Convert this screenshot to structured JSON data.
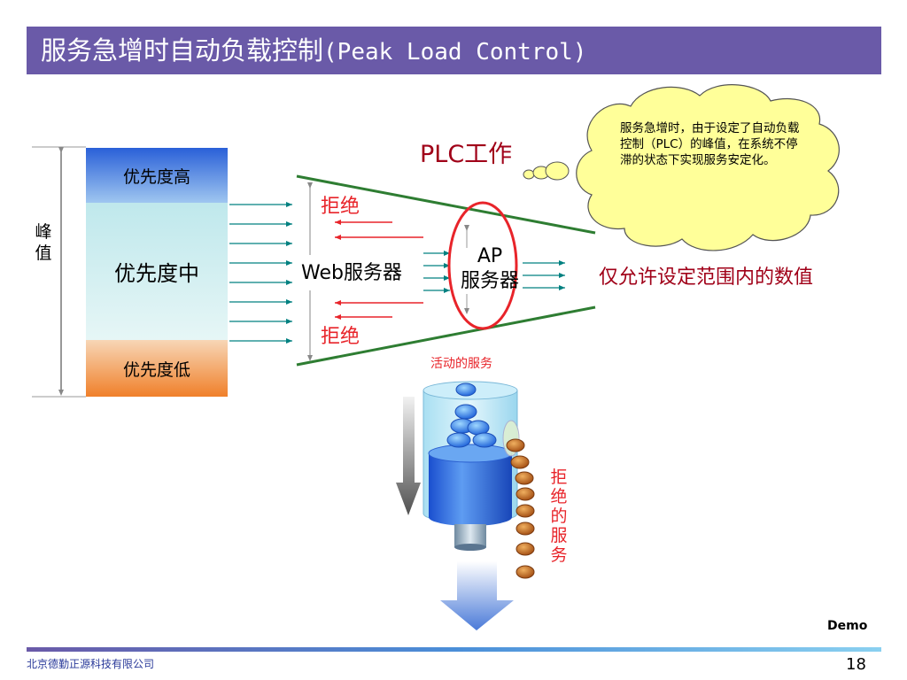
{
  "title": {
    "cjk": "服务急增时自动负载控制",
    "latin": "(Peak Load Control)"
  },
  "priority": {
    "high": "优先度高",
    "mid": "优先度中",
    "low": "优先度低"
  },
  "peak_label": "峰值",
  "plc_label": "PLC工作",
  "reject_label": "拒绝",
  "web_server": "Web服务器",
  "ap_server": {
    "line1": "AP",
    "line2": "服务器"
  },
  "allowed_label": "仅允许设定范围内的数值",
  "active_services": "活动的服务",
  "vertical_reject": "拒绝的服务",
  "cloud_text": "服务急增时，由于设定了自动负载控制（PLC）的峰值，在系统不停滞的状态下实现服务安定化。",
  "demo": "Demo",
  "company": "北京德勤正源科技有限公司",
  "page_number": "18",
  "colors": {
    "title_bar": "#6a5aa8",
    "reject": "#e8242a",
    "plc": "#a00018",
    "funnel": "#2e7d32",
    "arrow": "#008080"
  }
}
